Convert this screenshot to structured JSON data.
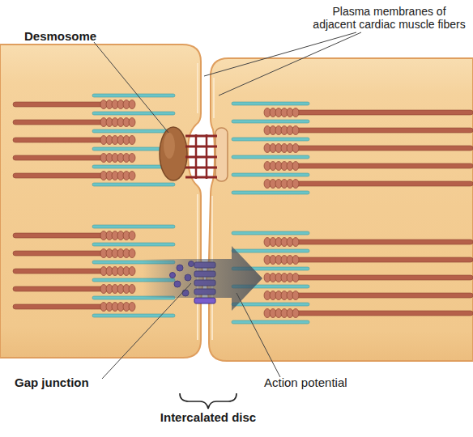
{
  "diagram": {
    "labels": [
      "Desmosome",
      "Plasma membranes of adjacent cardiac muscle fibers",
      "Gap junction",
      "Action potential",
      "Intercalated disc"
    ]
  }
}
